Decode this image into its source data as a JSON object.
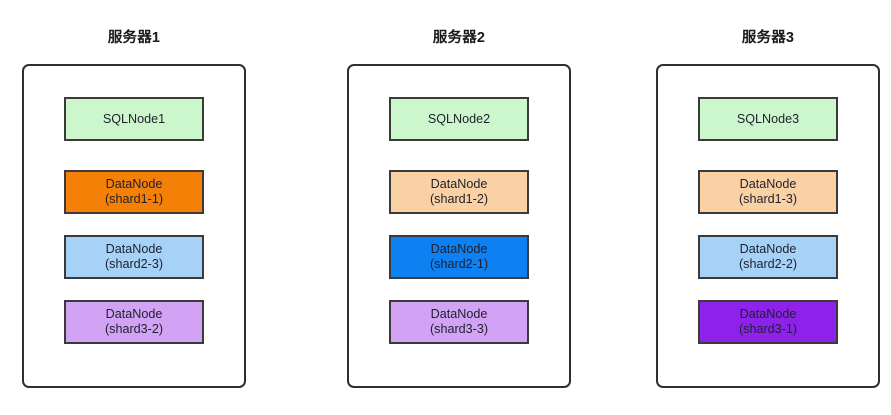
{
  "diagram": {
    "type": "deployment-topology",
    "background": "#ffffff",
    "border_color": "#2f2f2f",
    "node_border_color": "#3a3a3a",
    "text_color": "#1f1f2e",
    "palette": {
      "sql_green": "#ccf7cc",
      "orange_bright": "#f58008",
      "orange_light": "#fad1a4",
      "blue_bright": "#0d80f2",
      "blue_light": "#a6d2f7",
      "purple_bright": "#8f22ea",
      "purple_light": "#d2a3f5"
    }
  },
  "servers": [
    {
      "title": "服务器1",
      "nodes": [
        {
          "name": "SQLNode1",
          "label_line1": "SQLNode1",
          "label_line2": "",
          "color": "#ccf7cc",
          "role": "sql"
        },
        {
          "name": "DataNode-shard1-1",
          "label_line1": "DataNode",
          "label_line2": "(shard1-1)",
          "color": "#f58008",
          "role": "data-primary"
        },
        {
          "name": "DataNode-shard2-3",
          "label_line1": "DataNode",
          "label_line2": "(shard2-3)",
          "color": "#a6d2f7",
          "role": "data-replica"
        },
        {
          "name": "DataNode-shard3-2",
          "label_line1": "DataNode",
          "label_line2": "(shard3-2)",
          "color": "#d2a3f5",
          "role": "data-replica"
        }
      ]
    },
    {
      "title": "服务器2",
      "nodes": [
        {
          "name": "SQLNode2",
          "label_line1": "SQLNode2",
          "label_line2": "",
          "color": "#ccf7cc",
          "role": "sql"
        },
        {
          "name": "DataNode-shard1-2",
          "label_line1": "DataNode",
          "label_line2": "(shard1-2)",
          "color": "#fad1a4",
          "role": "data-replica"
        },
        {
          "name": "DataNode-shard2-1",
          "label_line1": "DataNode",
          "label_line2": "(shard2-1)",
          "color": "#0d80f2",
          "role": "data-primary"
        },
        {
          "name": "DataNode-shard3-3",
          "label_line1": "DataNode",
          "label_line2": "(shard3-3)",
          "color": "#d2a3f5",
          "role": "data-replica"
        }
      ]
    },
    {
      "title": "服务器3",
      "nodes": [
        {
          "name": "SQLNode3",
          "label_line1": "SQLNode3",
          "label_line2": "",
          "color": "#ccf7cc",
          "role": "sql"
        },
        {
          "name": "DataNode-shard1-3",
          "label_line1": "DataNode",
          "label_line2": "(shard1-3)",
          "color": "#fad1a4",
          "role": "data-replica"
        },
        {
          "name": "DataNode-shard2-2",
          "label_line1": "DataNode",
          "label_line2": "(shard2-2)",
          "color": "#a6d2f7",
          "role": "data-replica"
        },
        {
          "name": "DataNode-shard3-1",
          "label_line1": "DataNode",
          "label_line2": "(shard3-1)",
          "color": "#8f22ea",
          "role": "data-primary"
        }
      ]
    }
  ],
  "layout": {
    "group_lefts": [
      22,
      347,
      656
    ],
    "group_width": 224
  }
}
